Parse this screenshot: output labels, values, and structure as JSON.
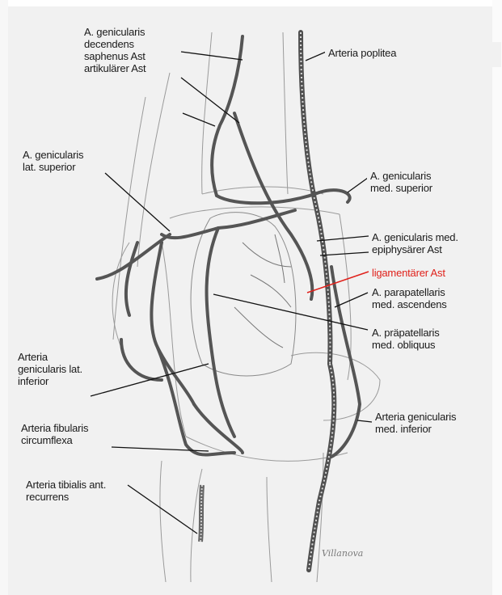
{
  "labels": {
    "decendens": [
      "A. genicularis",
      "decendens",
      "saphenus Ast",
      "artikulärer Ast"
    ],
    "poplitea": [
      "Arteria poplitea"
    ],
    "lat_superior": [
      "A. genicularis",
      "lat. superior"
    ],
    "med_superior": [
      "A. genicularis",
      "med. superior"
    ],
    "med_epiphysis": [
      "A. genicularis med.",
      "epiphysärer Ast"
    ],
    "ligament": [
      "ligamentärer Ast"
    ],
    "parapatellaris": [
      "A. parapatellaris",
      "med. ascendens"
    ],
    "praepatellaris": [
      "A. präpatellaris",
      "med. obliquus"
    ],
    "lat_inferior": [
      "Arteria",
      "genicularis lat.",
      "inferior"
    ],
    "med_inferior": [
      "Arteria genicularis",
      "med. inferior"
    ],
    "fibularis": [
      "Arteria fibularis",
      "circumflexa"
    ],
    "tibialis": [
      "Arteria tibialis ant.",
      "recurrens"
    ]
  },
  "signature": "Villanova",
  "colors": {
    "background": "#f1f1f1",
    "text": "#1a1a1a",
    "highlight": "#e0211b",
    "vessel": "#555555"
  }
}
